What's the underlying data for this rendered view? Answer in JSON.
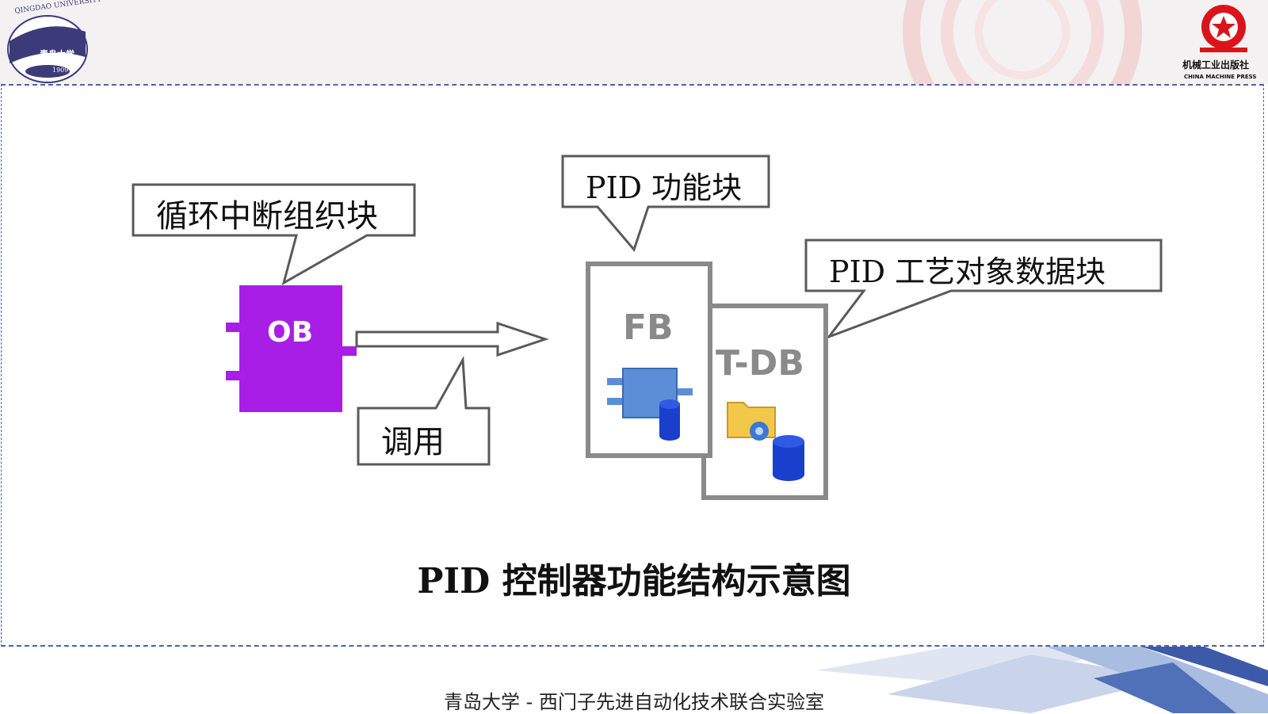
{
  "header": {
    "university_logo": {
      "text_arc": "QINGDAO UNIVERSITY",
      "text_cn": "青岛大学",
      "year": "1909"
    },
    "press_logo": {
      "name_cn": "机械工业出版社",
      "name_en": "CHINA MACHINE PRESS"
    }
  },
  "diagram": {
    "callouts": {
      "ob": "循环中断组织块",
      "fb": "PID 功能块",
      "tdb": "PID 工艺对象数据块",
      "call": "调用"
    },
    "blocks": {
      "ob": "OB",
      "fb": "FB",
      "tdb": "T-DB"
    },
    "colors": {
      "ob_fill": "#a81ee6",
      "fb_icon": "#5b8ed6",
      "db_icon": "#1a3fcc",
      "folder": "#f2c84b"
    },
    "caption": "PID 控制器功能结构示意图"
  },
  "footer": {
    "text": "青岛大学 - 西门子先进自动化技术联合实验室"
  }
}
